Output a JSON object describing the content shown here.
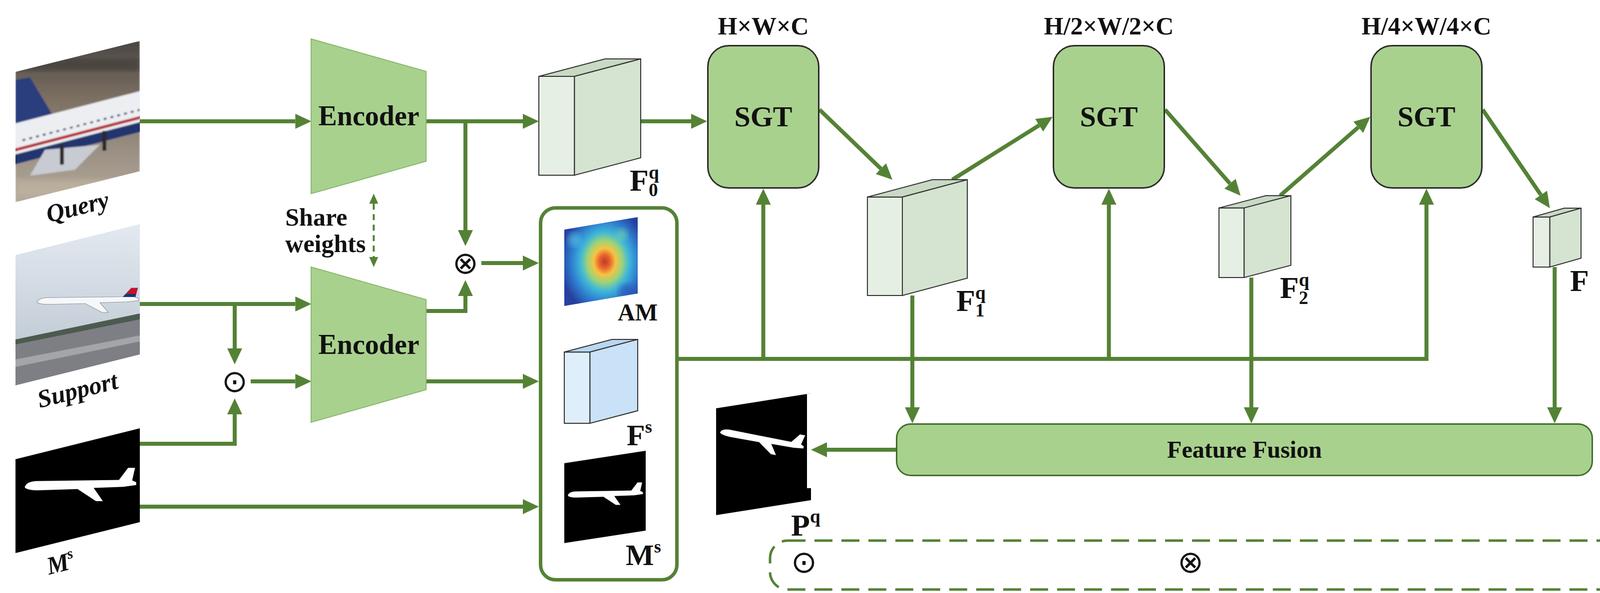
{
  "diagram": {
    "nodes": [
      {
        "text": [
          "Query"
        ]
      },
      {
        "text": [
          "Encoder"
        ]
      },
      {
        "text": [
          "F0q"
        ]
      },
      {
        "text": [
          "H×W×C",
          "SGT"
        ]
      },
      {
        "text": [
          "F1q"
        ]
      },
      {
        "text": [
          "H/2×W/2×C",
          "SGT"
        ]
      },
      {
        "text": [
          "F2q"
        ]
      },
      {
        "text": [
          "H/4×W/4×C",
          "SGT"
        ]
      },
      {
        "text": [
          "F"
        ]
      },
      {
        "text": [
          "Support"
        ]
      },
      {
        "text": [
          "⊙"
        ]
      },
      {
        "text": [
          "Encoder"
        ]
      },
      {
        "text": [
          "⊗"
        ]
      },
      {
        "text": []
      },
      {
        "text": [
          "AM"
        ],
        "in": 13
      },
      {
        "text": [
          "Fs"
        ],
        "in": 13
      },
      {
        "text": [
          "Ms"
        ],
        "in": 13
      },
      {
        "text": [
          "Ms"
        ]
      },
      {
        "text": [
          "Pq"
        ]
      },
      {
        "text": [
          "Feature Fusion"
        ]
      },
      {
        "text": [
          "⊙"
        ]
      },
      {
        "text": [
          "⊗"
        ]
      }
    ],
    "edges": [
      {
        "from": 0,
        "to": 1,
        "arrow": "to"
      },
      {
        "from": 1,
        "to": 2,
        "arrow": "to"
      },
      {
        "from": 1,
        "to": 12,
        "arrow": "to"
      },
      {
        "from": 1,
        "to": 11,
        "arrow": "both",
        "label": "Share weights"
      },
      {
        "from": 9,
        "to": 11,
        "arrow": "to"
      },
      {
        "from": 9,
        "to": 10,
        "arrow": "to"
      },
      {
        "from": 17,
        "to": 10,
        "arrow": "to"
      },
      {
        "from": 10,
        "to": 11,
        "arrow": "to"
      },
      {
        "from": 11,
        "to": 12,
        "arrow": "to"
      },
      {
        "from": 12,
        "to": 13,
        "arrow": "to"
      },
      {
        "from": 11,
        "to": 13,
        "arrow": "to"
      },
      {
        "from": 17,
        "to": 13,
        "arrow": "to"
      },
      {
        "from": 2,
        "to": 3,
        "arrow": "to"
      },
      {
        "from": 3,
        "to": 4,
        "arrow": "to"
      },
      {
        "from": 4,
        "to": 5,
        "arrow": "to"
      },
      {
        "from": 5,
        "to": 6,
        "arrow": "to"
      },
      {
        "from": 6,
        "to": 7,
        "arrow": "to"
      },
      {
        "from": 7,
        "to": 8,
        "arrow": "to"
      },
      {
        "from": 13,
        "to": 3,
        "arrow": "to"
      },
      {
        "from": 13,
        "to": 5,
        "arrow": "to"
      },
      {
        "from": 13,
        "to": 7,
        "arrow": "to"
      },
      {
        "from": 4,
        "to": 19,
        "arrow": "to"
      },
      {
        "from": 6,
        "to": 19,
        "arrow": "to"
      },
      {
        "from": 8,
        "to": 19,
        "arrow": "to"
      },
      {
        "from": 19,
        "to": 18,
        "arrow": "to"
      }
    ]
  }
}
